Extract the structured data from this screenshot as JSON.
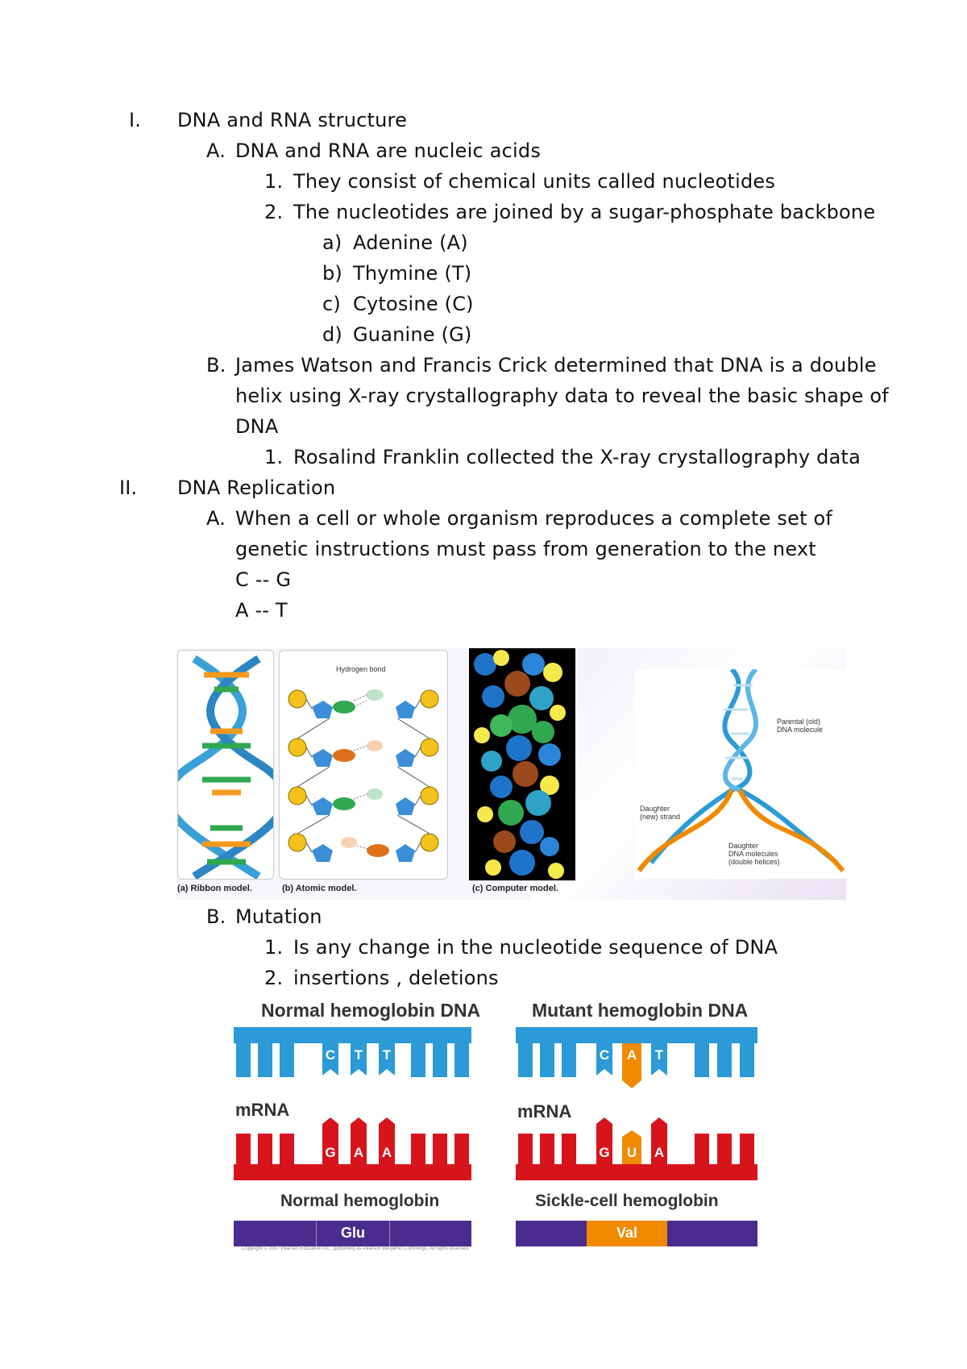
{
  "outline": {
    "s1": {
      "num": "I.",
      "text": "DNA and RNA structure"
    },
    "s1A": {
      "num": "A.",
      "text": "DNA and RNA are nucleic acids"
    },
    "s1A1": {
      "num": "1.",
      "text": "They consist of chemical units called nucleotides"
    },
    "s1A2": {
      "num": "2.",
      "text": "The nucleotides are joined by a sugar-phosphate backbone"
    },
    "s1A2a": {
      "num": "a)",
      "text": "Adenine (A)"
    },
    "s1A2b": {
      "num": "b)",
      "text": "Thymine (T)"
    },
    "s1A2c": {
      "num": "c)",
      "text": "Cytosine (C)"
    },
    "s1A2d": {
      "num": "d)",
      "text": "Guanine (G)"
    },
    "s1B": {
      "num": "B.",
      "line1": "James Watson and Francis Crick determined that DNA is a double",
      "line2": "helix using X-ray crystallography data to reveal the basic shape of",
      "line3": "DNA"
    },
    "s1B1": {
      "num": "1.",
      "text": "Rosalind Franklin collected the X-ray crystallography data"
    },
    "s2": {
      "num": "II.",
      "text": "DNA Replication"
    },
    "s2A": {
      "num": "A.",
      "line1": "When a cell or whole organism reproduces a complete set of",
      "line2": "genetic instructions must pass from generation to the next",
      "pair1": "C -- G",
      "pair2": "A -- T"
    },
    "s2B": {
      "num": "B.",
      "text": "Mutation"
    },
    "s2B1": {
      "num": "1.",
      "text": "Is any change in the nucleotide sequence of DNA"
    },
    "s2B2": {
      "num": "2.",
      "text": "insertions , deletions"
    }
  },
  "figure_dna_models": {
    "ribbon_caption": "(a) Ribbon model.",
    "atomic_caption": "(b) Atomic model.",
    "computer_caption": "(c) Computer model.",
    "hydrogen_bond_label": "Hydrogen bond",
    "parental_label_1": "Parental (old)",
    "parental_label_2": "DNA molecule",
    "daughter_strand_1": "Daughter",
    "daughter_strand_2": "(new) strand",
    "daughter_mol_1": "Daughter",
    "daughter_mol_2": "DNA molecules",
    "daughter_mol_3": "(double helices)"
  },
  "figure_sickle": {
    "normal_title": "Normal hemoglobin DNA",
    "mutant_title": "Mutant hemoglobin DNA",
    "mrna_label": "mRNA",
    "normal_dna_bases": [
      "C",
      "T",
      "T"
    ],
    "mutant_dna_bases": [
      "C",
      "A",
      "T"
    ],
    "normal_mrna_bases": [
      "G",
      "A",
      "A"
    ],
    "mutant_mrna_bases": [
      "G",
      "U",
      "A"
    ],
    "normal_protein_label": "Normal hemoglobin",
    "mutant_protein_label": "Sickle-cell hemoglobin",
    "normal_aa": "Glu",
    "mutant_aa": "Val",
    "copyright": "Copyright © 2007 Pearson Education Inc., publishing as Pearson Benjamin Cummings. All rights reserved.",
    "colors": {
      "dna": "#2b9ad6",
      "mrna": "#d7141c",
      "mutation": "#f08a00",
      "protein": "#4a2c8f"
    }
  }
}
